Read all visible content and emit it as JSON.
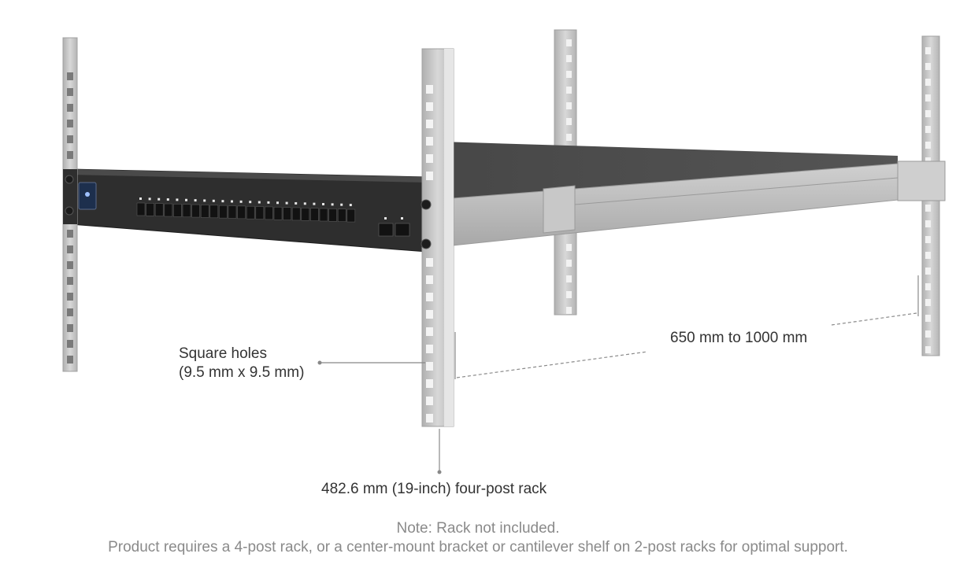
{
  "callouts": {
    "square_holes_line1": "Square holes",
    "square_holes_line2": "(9.5 mm x 9.5 mm)",
    "rack_type": "482.6 mm (19-inch) four-post rack",
    "depth_range": "650 mm to 1000 mm"
  },
  "note": {
    "title": "Note: Rack not included.",
    "body": "Product requires a 4-post rack, or a center-mount bracket or cantilever shelf on 2-post racks for optimal support."
  },
  "colors": {
    "post": "#c9c9c9",
    "post_edge": "#a9a9a9",
    "post_hole": "#f4f4f4",
    "switch_body": "#3a3a3a",
    "switch_top": "#4a4a4a",
    "rail": "#bdbdbd",
    "label_text": "#333333",
    "note_text": "#8a8a8a",
    "leader_line": "#888888"
  },
  "icons": {
    "front_panel_display": "display-icon",
    "ethernet_port": "port-icon",
    "sfp_port": "sfp-port-icon",
    "rack_screw": "screw-icon"
  }
}
